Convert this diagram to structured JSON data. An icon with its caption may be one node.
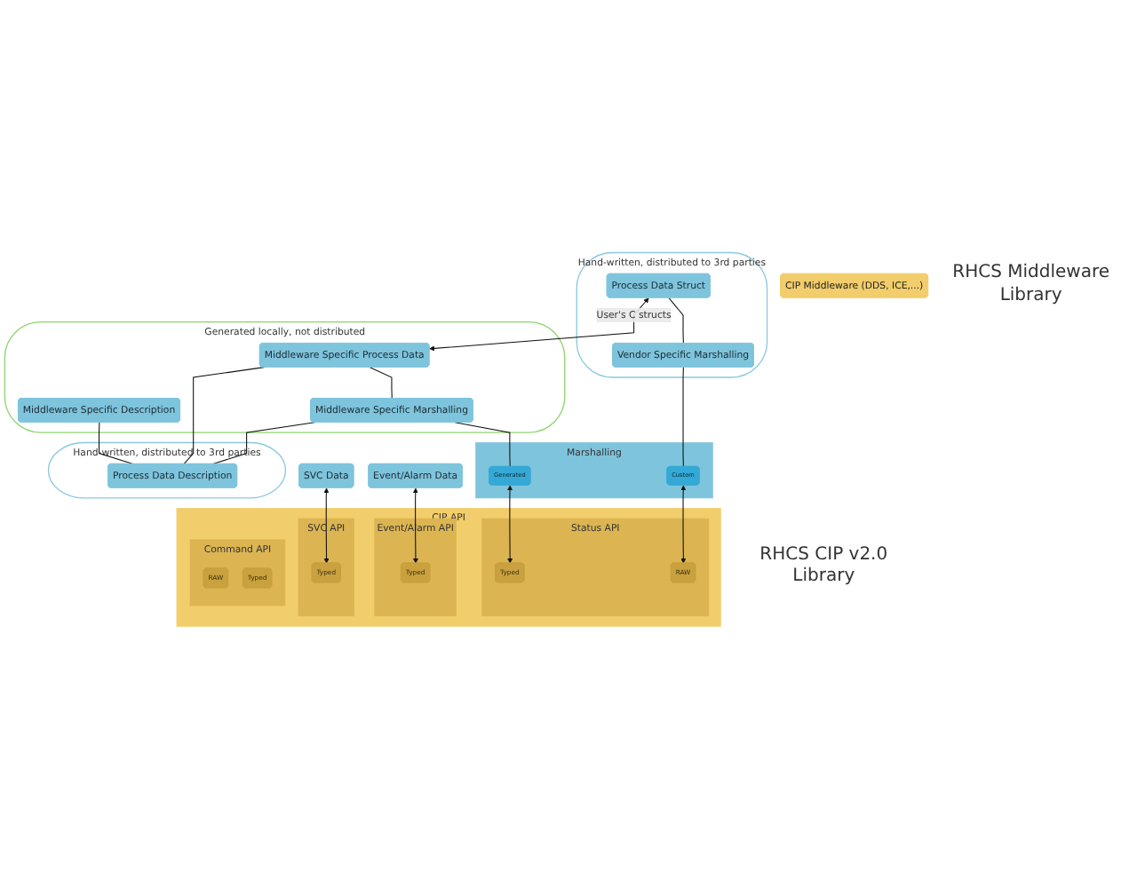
{
  "diagram": {
    "nodes": [
      {
        "text": [
          "Hand-written, distributed to 3rd parties"
        ]
      },
      {
        "text": [
          "Process Data Struct"
        ],
        "in": 0
      },
      {
        "text": [
          "Vendor Specific Marshalling"
        ],
        "in": 0
      },
      {
        "text": [
          "Generated locally, not distributed"
        ]
      },
      {
        "text": [
          "Middleware Specific Description"
        ],
        "in": 3
      },
      {
        "text": [
          "Middleware Specific Process Data"
        ],
        "in": 3
      },
      {
        "text": [
          "Middleware Specific Marshalling"
        ],
        "in": 3
      },
      {
        "text": [
          "Hand-written, distributed to 3rd parties"
        ]
      },
      {
        "text": [
          "Process Data Description"
        ],
        "in": 7
      },
      {
        "text": [
          "SVC Data"
        ]
      },
      {
        "text": [
          "Event/Alarm Data"
        ]
      },
      {
        "text": [
          "Marshalling"
        ]
      },
      {
        "text": [
          "Custom"
        ],
        "in": 11
      },
      {
        "text": [
          "Generated"
        ],
        "in": 11
      },
      {
        "text": [
          "CIP API"
        ],
        "beside": [
          "RHCS CIP v2.0 Library"
        ]
      },
      {
        "text": [
          "SVC API"
        ],
        "in": 14
      },
      {
        "text": [
          "Typed"
        ],
        "in": 15
      },
      {
        "text": [
          "Event/Alarm API"
        ],
        "in": 14
      },
      {
        "text": [
          "Typed"
        ],
        "in": 17
      },
      {
        "text": [
          "Status API"
        ],
        "in": 14
      },
      {
        "text": [
          "RAW"
        ],
        "in": 19
      },
      {
        "text": [
          "Typed"
        ],
        "in": 19
      },
      {
        "text": [
          "Command API"
        ],
        "in": 14
      },
      {
        "text": [
          "RAW"
        ],
        "in": 22
      },
      {
        "text": [
          "Typed"
        ],
        "in": 22
      },
      {
        "text": [
          "CIP Middleware (DDS, ICE,...)"
        ],
        "beside": [
          "RHCS Middleware Library"
        ]
      }
    ],
    "edges": [
      {
        "from": 1,
        "to": 5,
        "arrow": "both",
        "label": "User's C structs"
      },
      {
        "from": 1,
        "to": 2,
        "arrow": "none"
      },
      {
        "from": 4,
        "to": 8,
        "arrow": "none"
      },
      {
        "from": 5,
        "to": 8,
        "arrow": "none"
      },
      {
        "from": 6,
        "to": 8,
        "arrow": "none"
      },
      {
        "from": 5,
        "to": 6,
        "arrow": "none"
      },
      {
        "from": 2,
        "to": 12,
        "arrow": "none"
      },
      {
        "from": 6,
        "to": 13,
        "arrow": "none"
      },
      {
        "from": 9,
        "to": 16,
        "arrow": "both"
      },
      {
        "from": 10,
        "to": 18,
        "arrow": "both"
      },
      {
        "from": 12,
        "to": 20,
        "arrow": "both"
      },
      {
        "from": 13,
        "to": 21,
        "arrow": "both"
      }
    ]
  }
}
